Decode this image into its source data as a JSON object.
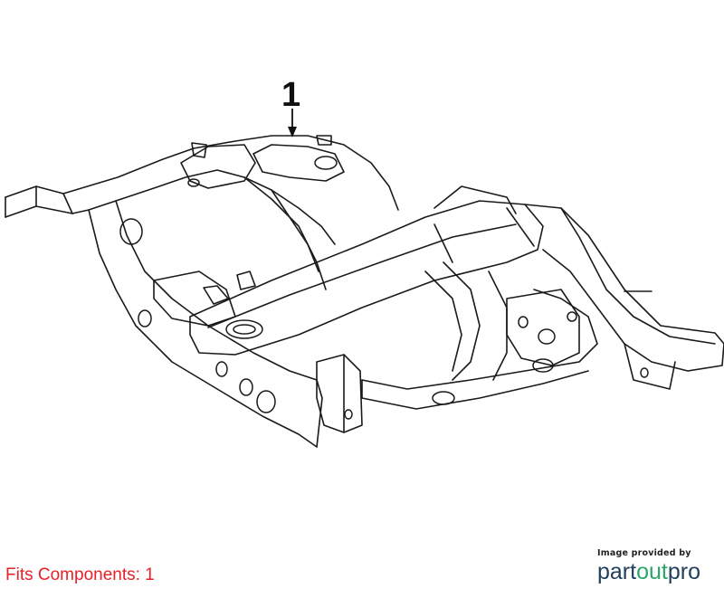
{
  "diagram": {
    "callout_number": "1",
    "subject": "frame-assembly"
  },
  "footer": {
    "fits_components": "Fits Components: 1",
    "credit_line": "Image provided by",
    "brand": {
      "part": "part",
      "out": "out",
      "pro": "pro"
    }
  },
  "colors": {
    "line": "#1a1a1a",
    "fits_text": "#e8202a",
    "brand_dark": "#1f3f5c",
    "brand_green": "#2aa66a"
  }
}
